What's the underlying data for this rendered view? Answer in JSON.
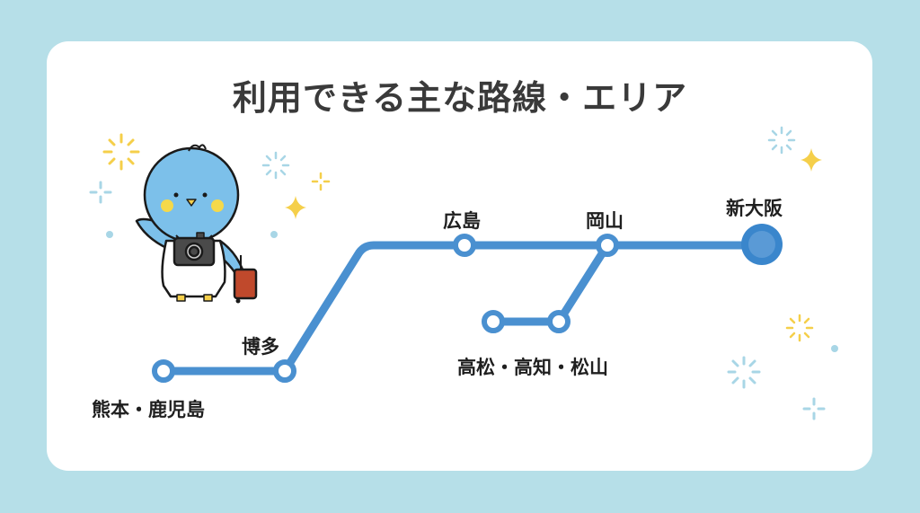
{
  "title": "利用できる主な路線・エリア",
  "colors": {
    "background": "#b6dfe8",
    "card": "#ffffff",
    "line": "#4a90d0",
    "terminal_fill": "#3a86cc",
    "terminal_inner": "#5a9ad6",
    "title_text": "#3a3a3a",
    "sparkle_yellow": "#f5cf4a",
    "sparkle_blue": "#a8d6e6"
  },
  "route_map": {
    "main_line": {
      "stations": [
        {
          "id": "kumamoto-kagoshima",
          "label": "熊本・鹿児島",
          "type": "end"
        },
        {
          "id": "hakata",
          "label": "博多",
          "type": "stop"
        },
        {
          "id": "hiroshima",
          "label": "広島",
          "type": "stop"
        },
        {
          "id": "okayama",
          "label": "岡山",
          "type": "junction"
        },
        {
          "id": "shin-osaka",
          "label": "新大阪",
          "type": "terminal"
        }
      ]
    },
    "branch_line": {
      "from": "岡山",
      "stations": [
        {
          "id": "takamatsu",
          "label": "",
          "type": "stop"
        },
        {
          "id": "shikoku-end",
          "label": "",
          "type": "end"
        }
      ],
      "area_label": "高松・高知・松山"
    }
  },
  "mascot": {
    "description": "blue bird with camera and red suitcase",
    "icon": "bird-mascot-icon"
  }
}
